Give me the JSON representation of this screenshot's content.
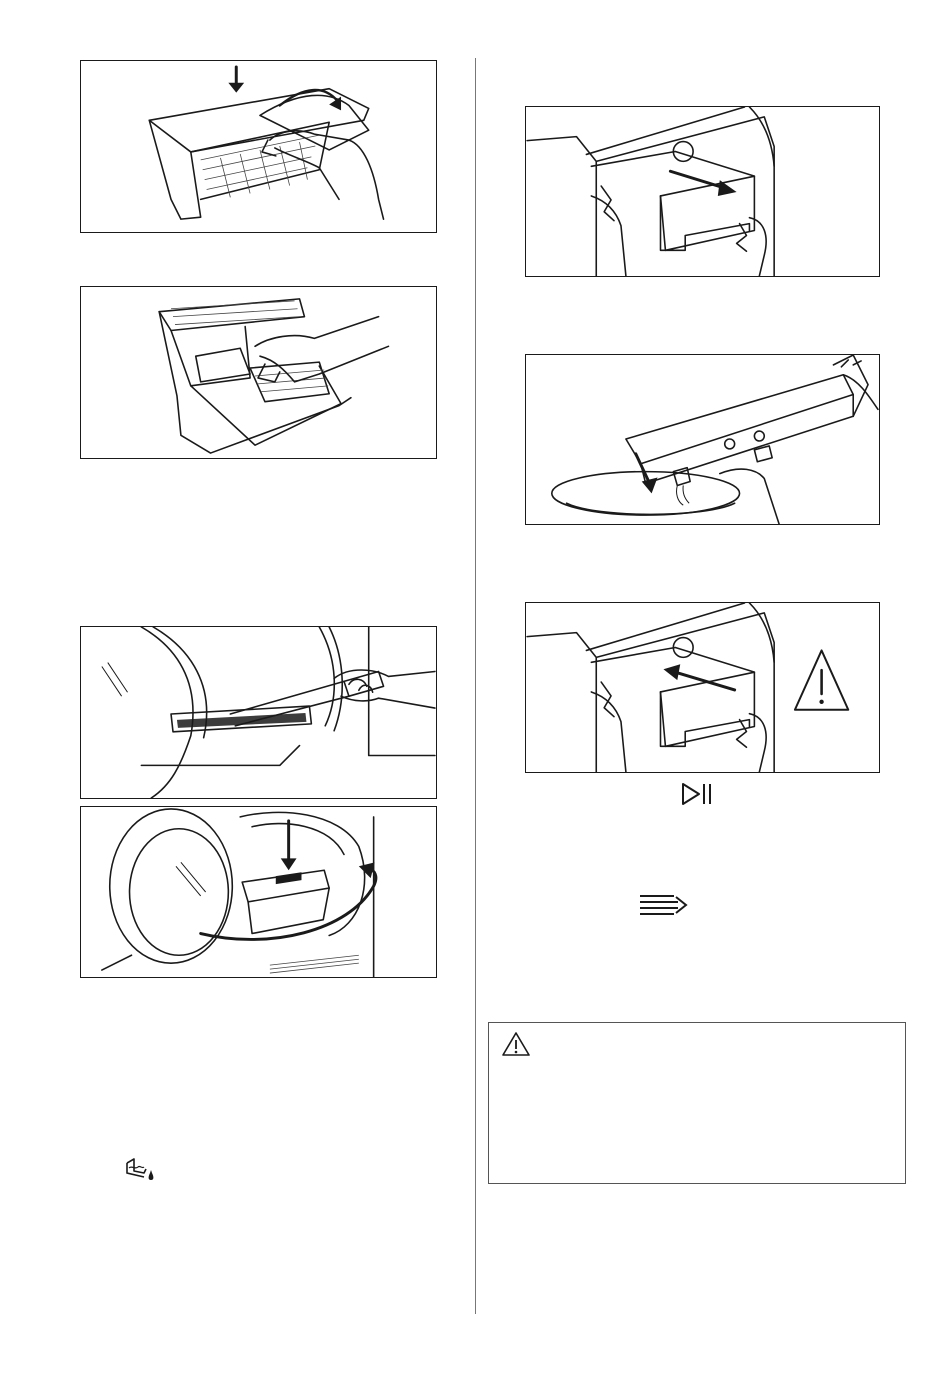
{
  "icons": {
    "start_pause": "start-pause-icon",
    "rinse_symbol": "rinse-lines-arrow-icon",
    "water_container_symbol": "water-container-drop-icon",
    "warning": "warning-triangle-icon"
  },
  "figures": [
    "filter-open-illustration",
    "filter-clean-illustration",
    "door-seal-vacuum-illustration",
    "filter-reinsert-illustration",
    "water-container-pull-illustration",
    "water-container-empty-illustration",
    "water-container-push-illustration"
  ]
}
